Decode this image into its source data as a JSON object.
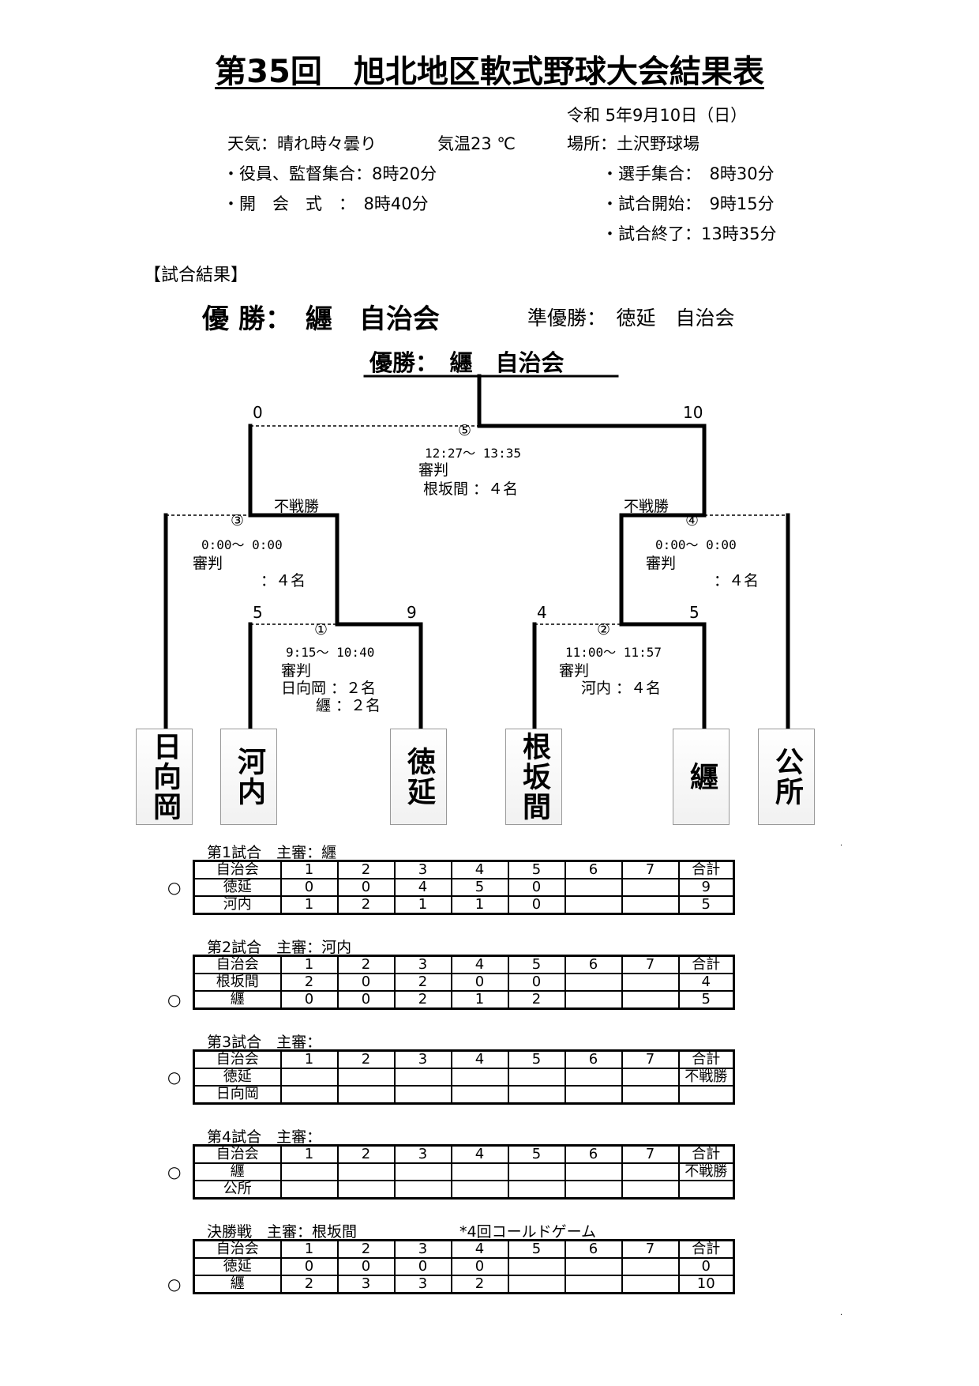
{
  "header": {
    "title": "第35回　旭北地区軟式野球大会結果表",
    "date": "令和 5年9月10日（日）",
    "weather": "天気：晴れ時々曇り",
    "temperature": "気温23 ℃",
    "venue": "場所：土沢野球場",
    "officials_gather": "・役員、監督集合：8時20分",
    "players_gather": "・選手集合：　8時30分",
    "opening": "・開　会　式　：　8時40分",
    "game_start": "・試合開始：　9時15分",
    "game_end": "・試合終了：13時35分"
  },
  "results": {
    "heading": "【試合結果】",
    "winner": "優 勝：　纒　自治会",
    "runner_up": "準優勝：　徳延　自治会"
  },
  "bracket": {
    "champion": "優勝：　纒　自治会",
    "final": {
      "no": "⑤",
      "time": "12:27～ 13:35",
      "ump_label": "審判",
      "ump_detail": "根坂間 ：４名",
      "score_left": "0",
      "score_right": "10"
    },
    "semi_left": {
      "no": "③",
      "time": "0:00～  0:00",
      "ump_label": "審判",
      "ump_detail": "：４名",
      "result": "不戦勝"
    },
    "semi_right": {
      "no": "④",
      "time": "0:00～  0:00",
      "ump_label": "審判",
      "ump_detail": "：４名",
      "result": "不戦勝"
    },
    "game1": {
      "no": "①",
      "time": "9:15～ 10:40",
      "ump_label": "審判",
      "ump_line1": "日向岡 ：２名",
      "ump_line2": "纒 ：２名",
      "score_left": "5",
      "score_right": "9"
    },
    "game2": {
      "no": "②",
      "time": "11:00～ 11:57",
      "ump_label": "審判",
      "ump_line1": "河内 ：４名",
      "score_left": "4",
      "score_right": "5"
    },
    "teams": [
      "日向岡",
      "河内",
      "徳延",
      "根坂間",
      "纒",
      "公所"
    ]
  },
  "scoreboards": [
    {
      "label": "第1試合　主審：纒",
      "note": "",
      "header": [
        "自治会",
        "1",
        "2",
        "3",
        "4",
        "5",
        "6",
        "7",
        "合計"
      ],
      "rows": [
        [
          "徳延",
          "0",
          "0",
          "4",
          "5",
          "0",
          "",
          "",
          "9"
        ],
        [
          "河内",
          "1",
          "2",
          "1",
          "1",
          "0",
          "",
          "",
          "5"
        ]
      ],
      "winner_row": 0,
      "mark": "○"
    },
    {
      "label": "第2試合　主審：河内",
      "note": "",
      "header": [
        "自治会",
        "1",
        "2",
        "3",
        "4",
        "5",
        "6",
        "7",
        "合計"
      ],
      "rows": [
        [
          "根坂間",
          "2",
          "0",
          "2",
          "0",
          "0",
          "",
          "",
          "4"
        ],
        [
          "纒",
          "0",
          "0",
          "2",
          "1",
          "2",
          "",
          "",
          "5"
        ]
      ],
      "winner_row": 1,
      "mark": "○"
    },
    {
      "label": "第3試合　主審：",
      "note": "",
      "header": [
        "自治会",
        "1",
        "2",
        "3",
        "4",
        "5",
        "6",
        "7",
        "合計"
      ],
      "rows": [
        [
          "徳延",
          "",
          "",
          "",
          "",
          "",
          "",
          "",
          "不戦勝"
        ],
        [
          "日向岡",
          "",
          "",
          "",
          "",
          "",
          "",
          "",
          ""
        ]
      ],
      "winner_row": 0,
      "mark": "○"
    },
    {
      "label": "第4試合　主審：",
      "note": "",
      "header": [
        "自治会",
        "1",
        "2",
        "3",
        "4",
        "5",
        "6",
        "7",
        "合計"
      ],
      "rows": [
        [
          "纒",
          "",
          "",
          "",
          "",
          "",
          "",
          "",
          "不戦勝"
        ],
        [
          "公所",
          "",
          "",
          "",
          "",
          "",
          "",
          "",
          ""
        ]
      ],
      "winner_row": 0,
      "mark": "○"
    },
    {
      "label": "決勝戦　主審：根坂間",
      "note": "*4回コールドゲーム",
      "header": [
        "自治会",
        "1",
        "2",
        "3",
        "4",
        "5",
        "6",
        "7",
        "合計"
      ],
      "rows": [
        [
          "徳延",
          "0",
          "0",
          "0",
          "0",
          "",
          "",
          "",
          "0"
        ],
        [
          "纒",
          "2",
          "3",
          "3",
          "2",
          "",
          "",
          "",
          "10"
        ]
      ],
      "winner_row": 1,
      "mark": "○"
    }
  ]
}
